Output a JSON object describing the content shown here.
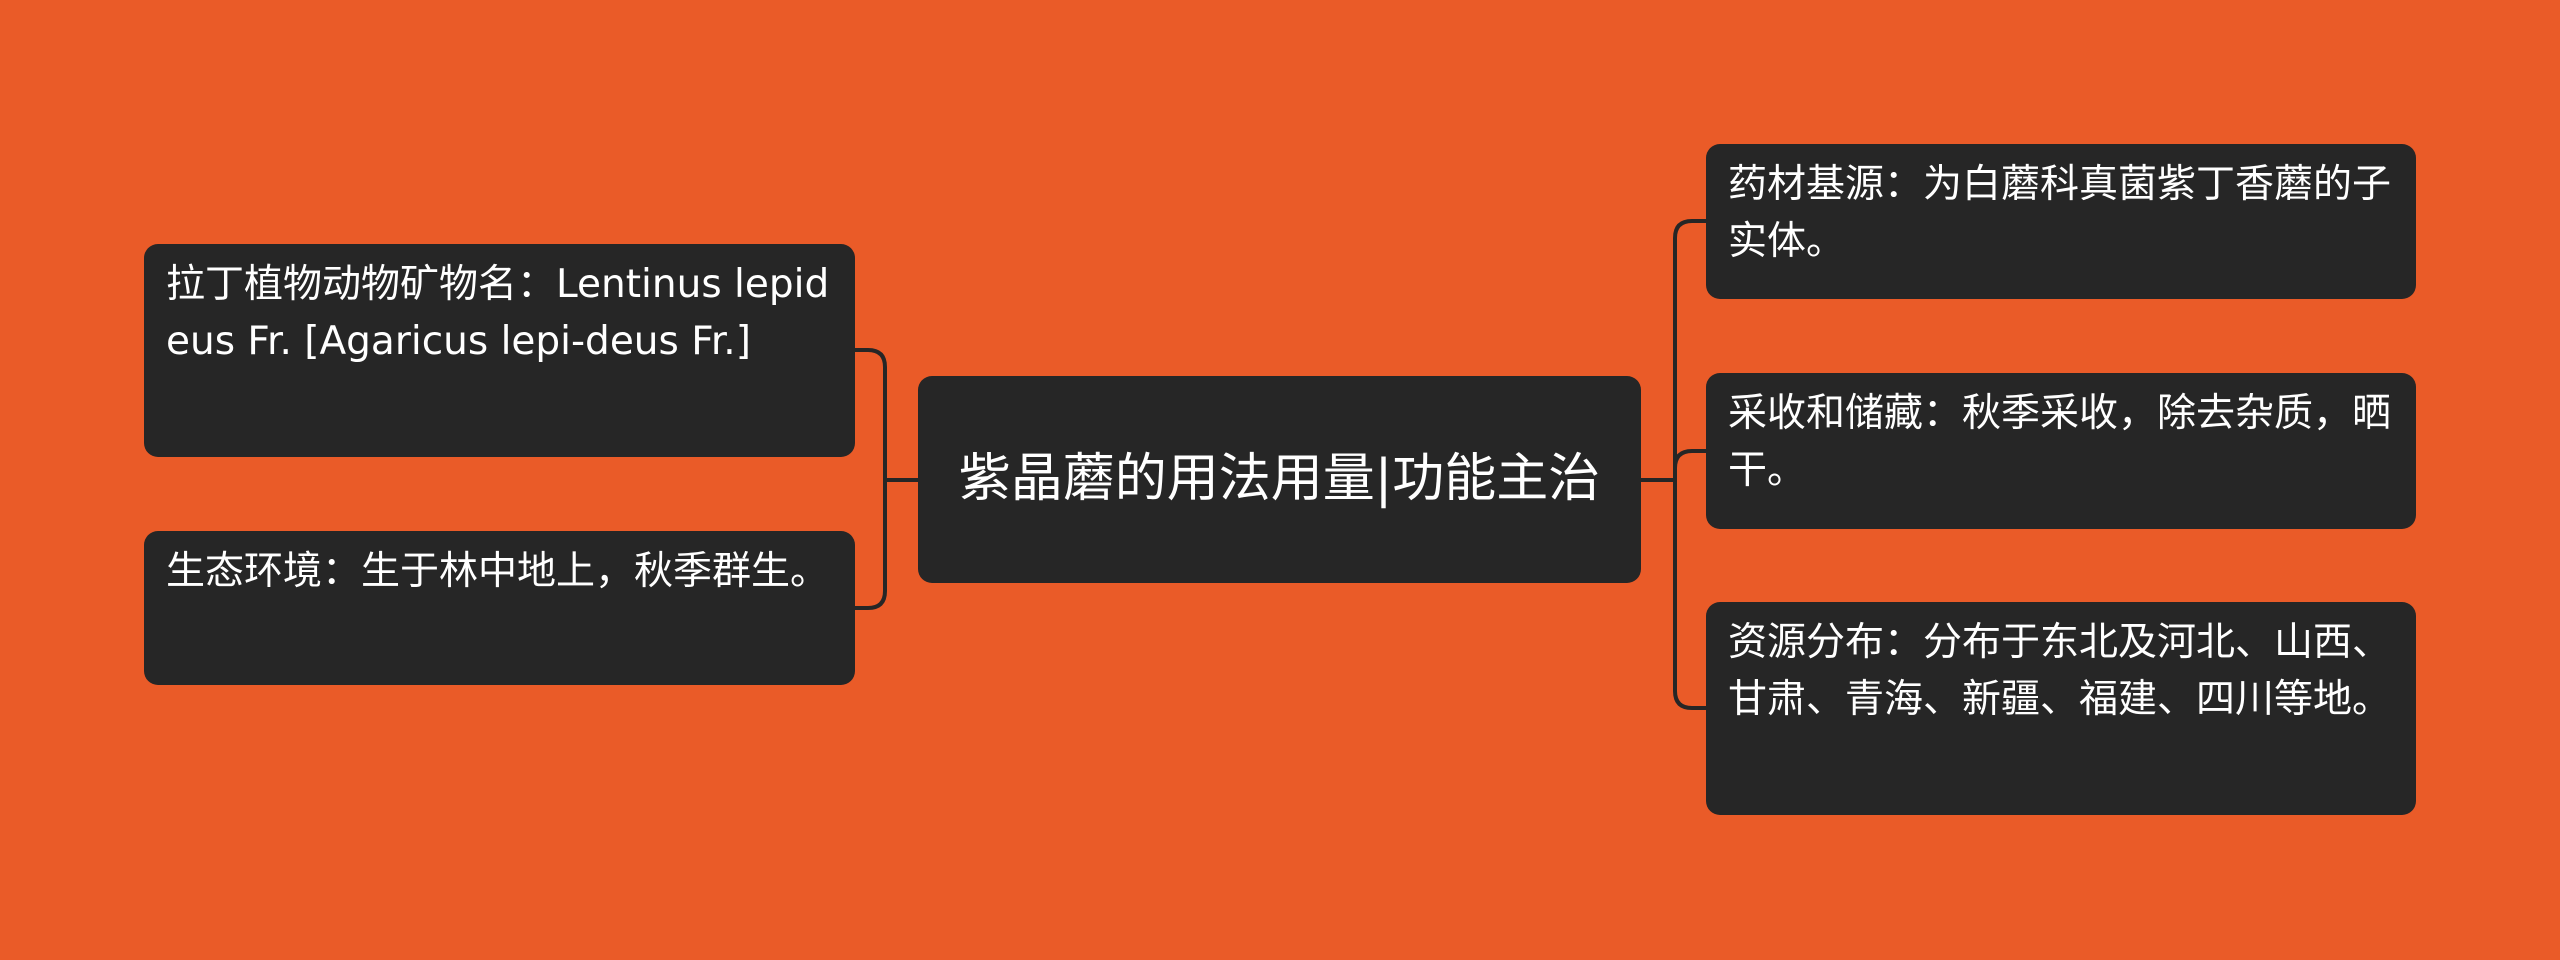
{
  "colors": {
    "background": "#ea5b28",
    "node": "#262626",
    "text": "#ffffff",
    "connector": "#262626"
  },
  "root": {
    "text": "紫晶蘑的用法用量|功能主治"
  },
  "left": [
    {
      "text": "拉丁植物动物矿物名：Lentinus lepideus Fr. [Agaricus lepi-deus Fr.]"
    },
    {
      "text": "生态环境：生于林中地上，秋季群生。"
    }
  ],
  "right": [
    {
      "text": "药材基源：为白蘑科真菌紫丁香蘑的子实体。"
    },
    {
      "text": "采收和储藏：秋季采收，除去杂质，晒干。"
    },
    {
      "text": "资源分布：分布于东北及河北、山西、甘肃、青海、新疆、福建、四川等地。"
    }
  ]
}
